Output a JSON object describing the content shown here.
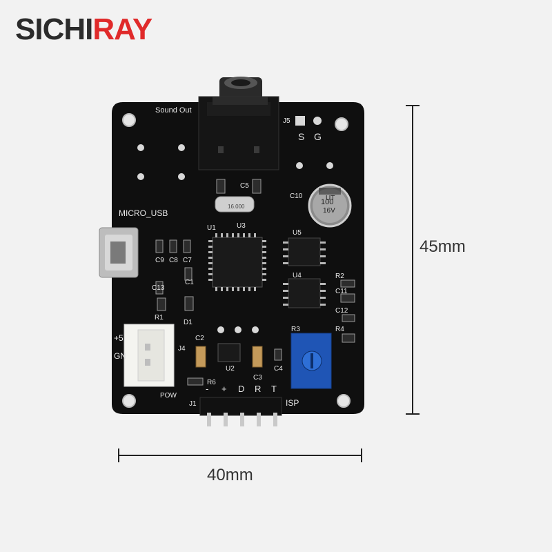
{
  "brand": {
    "part1": "SICHI",
    "part2": "RAY"
  },
  "dimensions": {
    "height": "45mm",
    "width": "40mm"
  },
  "board": {
    "labels": {
      "sound_out": "Sound Out",
      "micro_usb": "MICRO_USB",
      "j5": "J5",
      "s": "S",
      "g": "G",
      "c10": "C10",
      "cap_value": "100",
      "cap_voltage": "16V",
      "cap_ut": "UT",
      "c5": "C5",
      "u1": "U1",
      "u3": "U3",
      "u5": "U5",
      "u4": "U4",
      "c9": "C9",
      "c8": "C8",
      "c7": "C7",
      "c13": "C13",
      "c1": "C1",
      "r1": "R1",
      "d1": "D1",
      "r2": "R2",
      "c11": "C11",
      "c12": "C12",
      "r4": "R4",
      "r3": "R3",
      "c2": "C2",
      "u2": "U2",
      "c3": "C3",
      "c4": "C4",
      "j4": "J4",
      "plus5": "+5",
      "gn": "GN",
      "r6": "R6",
      "pow": "POW",
      "j1": "J1",
      "isp": "ISP",
      "pin_minus": "-",
      "pin_plus": "+",
      "pin_d": "D",
      "pin_r": "R",
      "pin_t": "T",
      "crystal": "16.000"
    }
  }
}
